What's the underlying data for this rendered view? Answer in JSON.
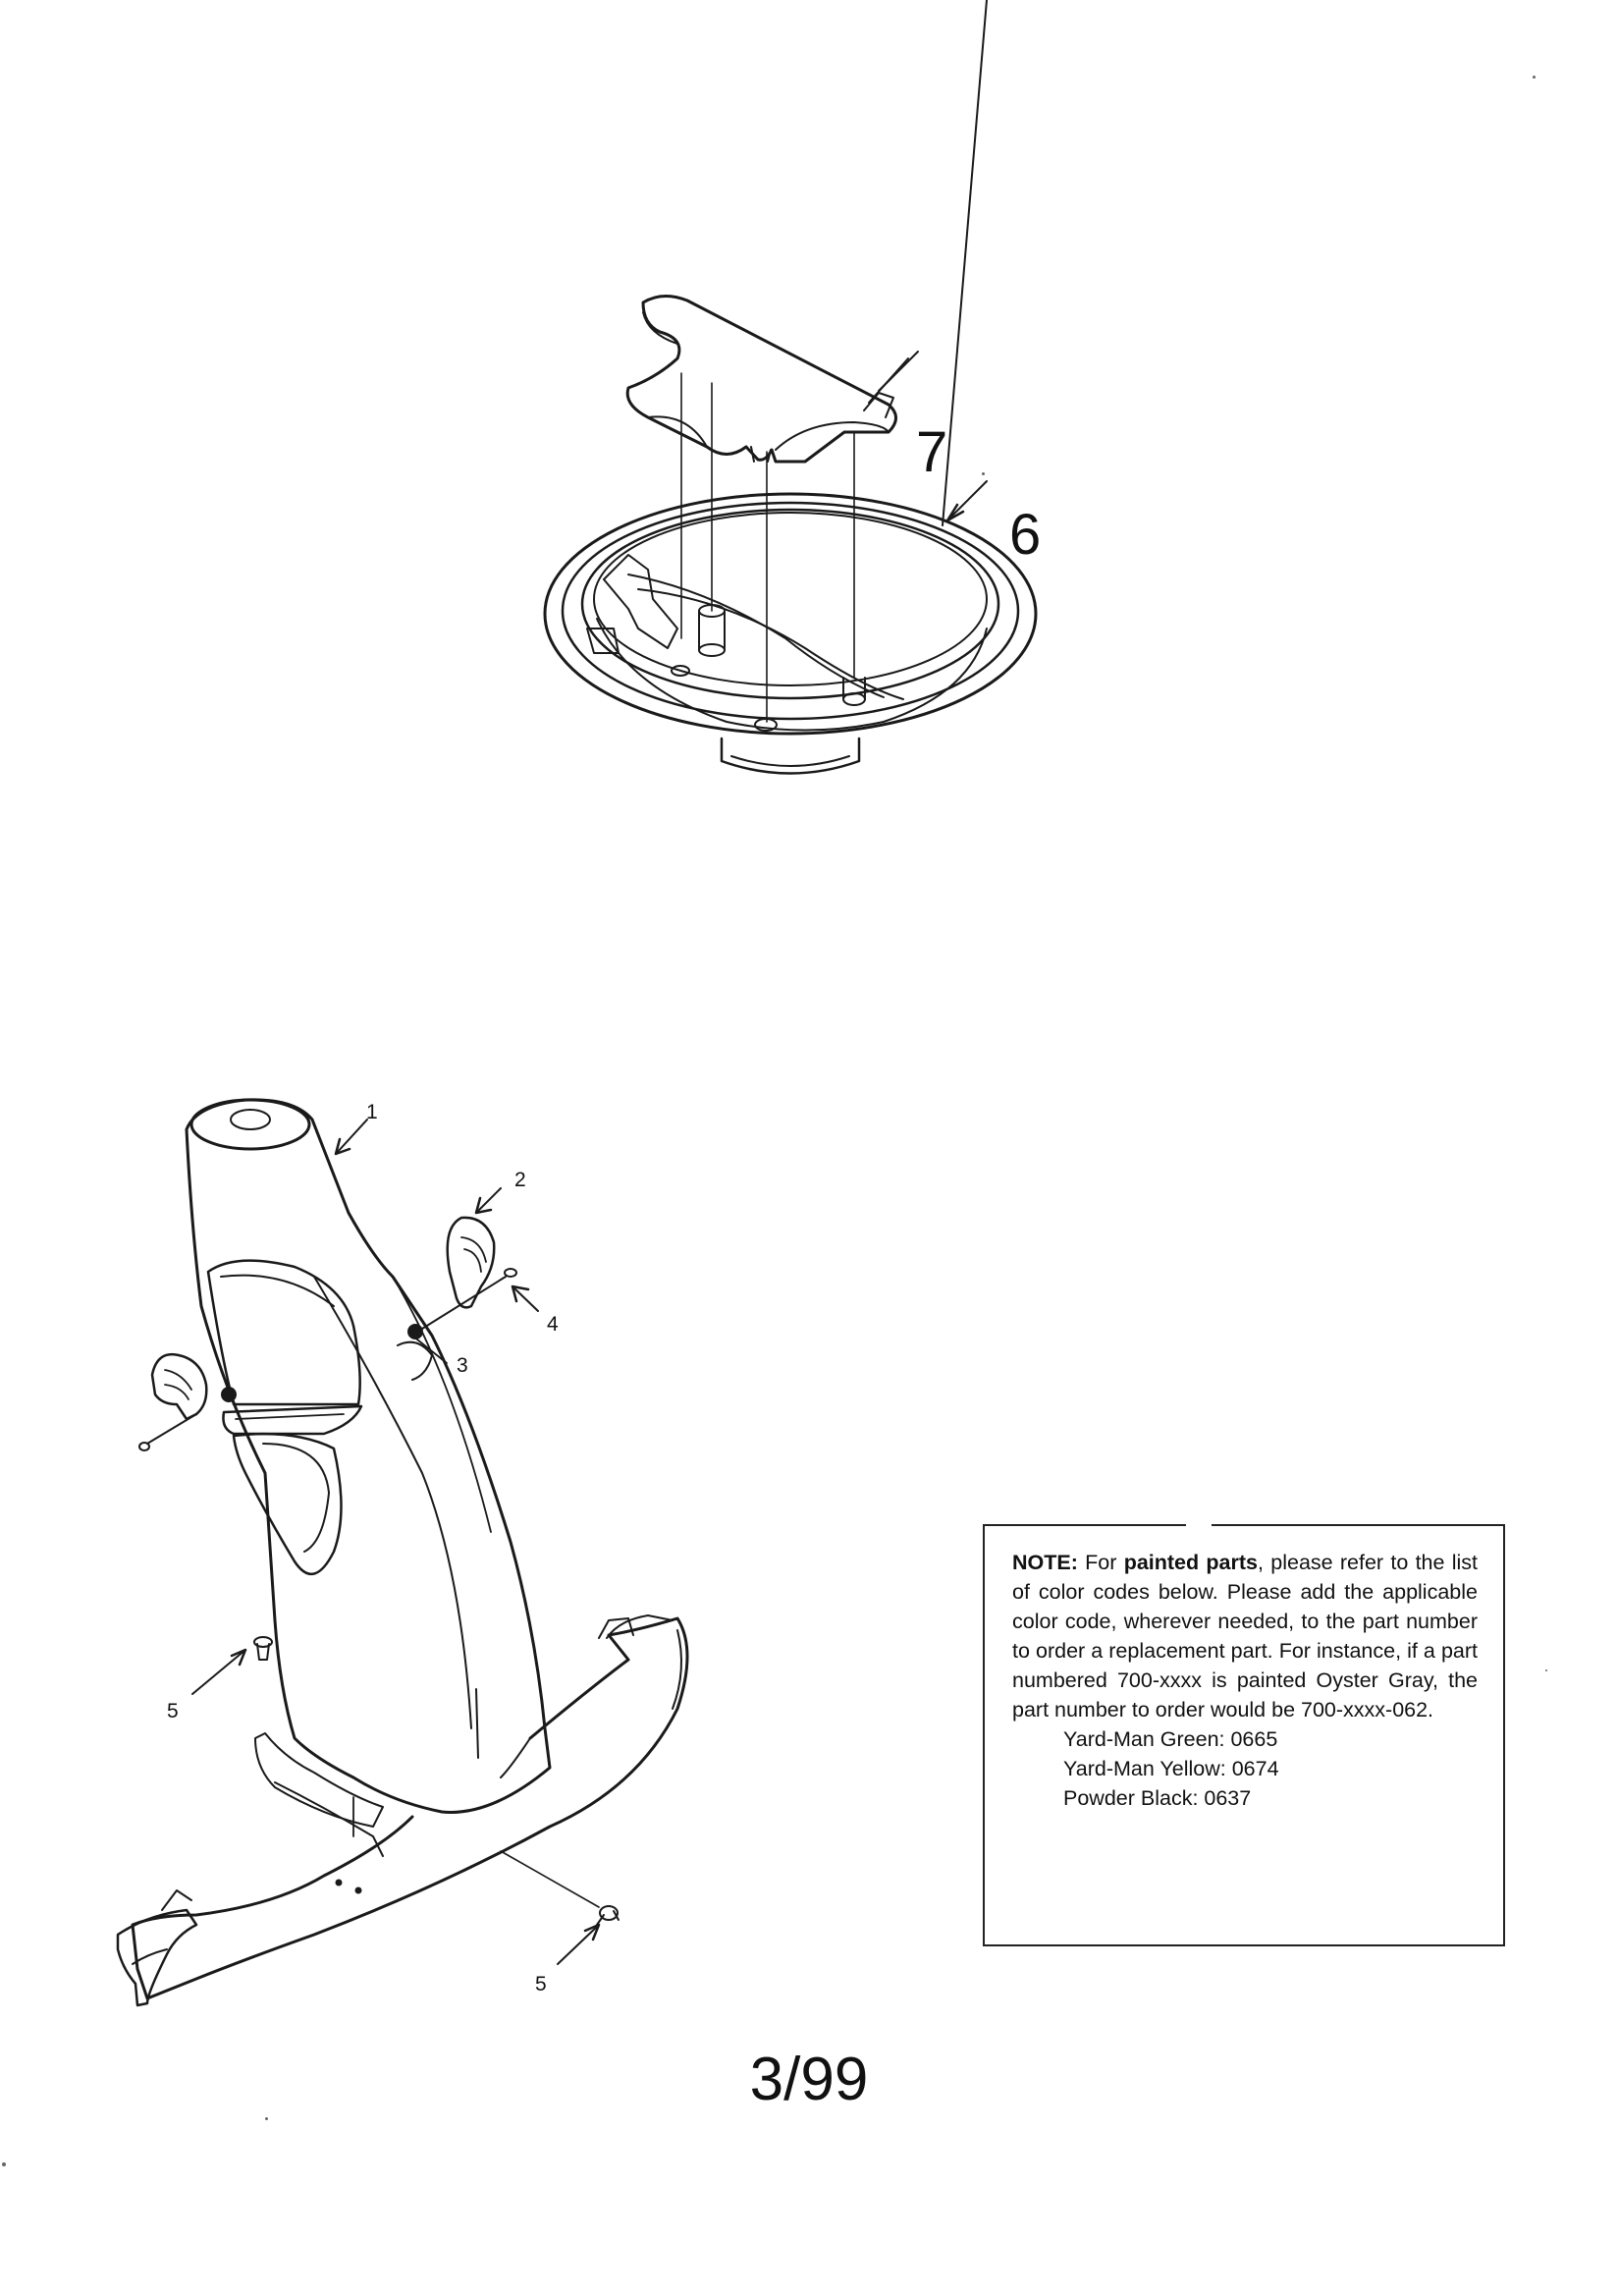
{
  "callouts": {
    "c7": "7",
    "c6": "6",
    "c1": "1",
    "c2": "2",
    "c3": "3",
    "c4": "4",
    "c5a": "5",
    "c5b": "5"
  },
  "note": {
    "label": "NOTE:",
    "intro": " For ",
    "bold_phrase": "painted parts",
    "body": ", please refer to the list of color codes below. Please add the applicable color code, wherever needed, to the part number to order a replacement part. For instance, if a part numbered 700-xxxx is painted Oyster Gray, the part number to order would be 700-xxxx-062.",
    "color_codes": [
      "Yard-Man Green: 0665",
      "Yard-Man Yellow: 0674",
      "Powder Black: 0637"
    ]
  },
  "page_number": "3/99"
}
